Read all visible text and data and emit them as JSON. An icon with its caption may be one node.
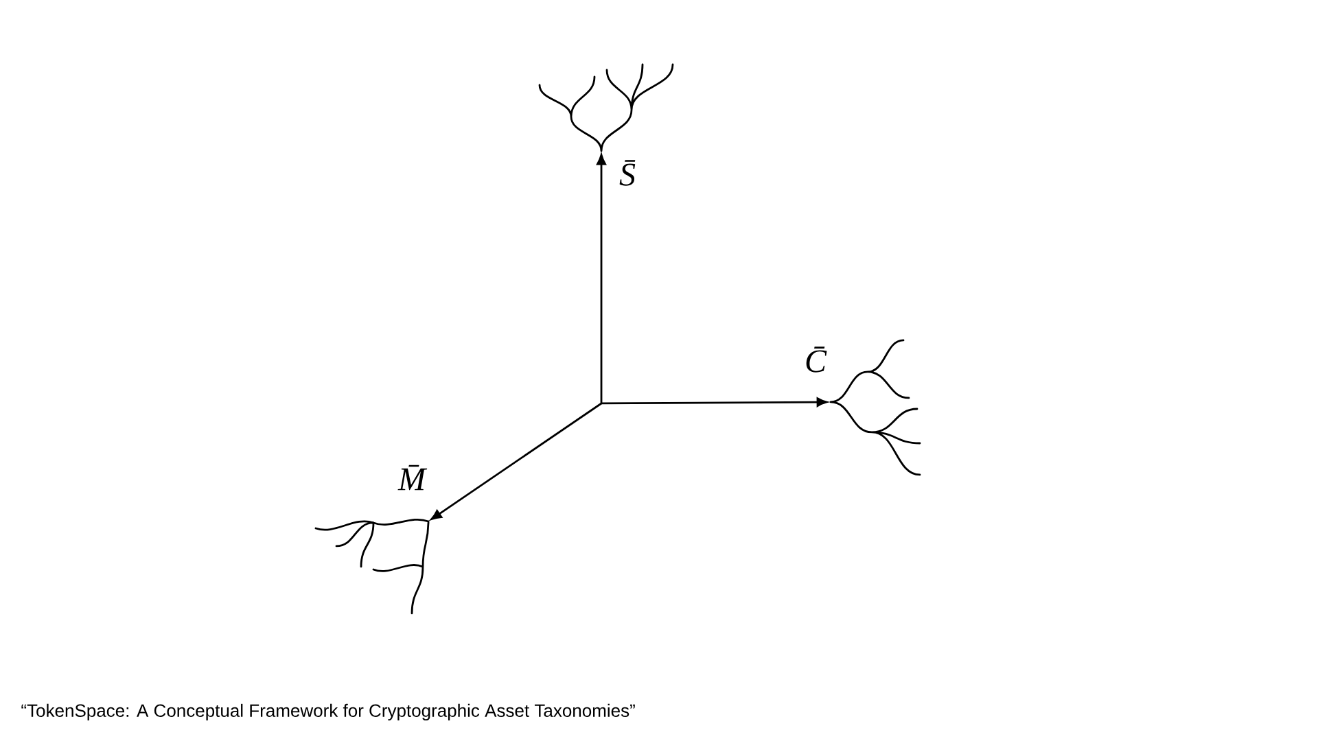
{
  "diagram": {
    "caption": "“TokenSpace: A Conceptual Framework for Cryptographic Asset Taxonomies”",
    "nodes": [
      {
        "text": [],
        "shape": "tree",
        "beside": [
          "S̄"
        ]
      },
      {
        "text": [],
        "shape": "tree",
        "beside": [
          "C̄"
        ]
      },
      {
        "text": [],
        "shape": "tree",
        "beside": [
          "M̄"
        ]
      }
    ],
    "edges": [
      {
        "from": null,
        "to": 0,
        "arrow": "to"
      },
      {
        "from": null,
        "to": 1,
        "arrow": "to"
      },
      {
        "from": null,
        "to": 2,
        "arrow": "to"
      }
    ]
  }
}
